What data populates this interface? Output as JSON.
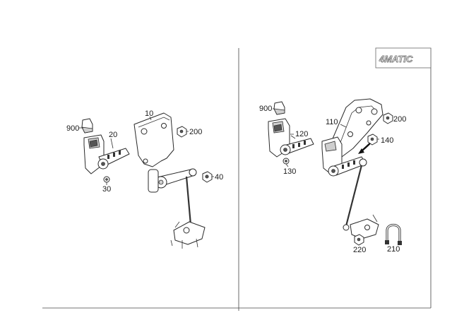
{
  "badge": {
    "text": "4MATIC"
  },
  "left_panel": {
    "labels": {
      "p900": "900",
      "p20": "20",
      "p30": "30",
      "p10": "10",
      "p200": "200",
      "p40": "40"
    }
  },
  "right_panel": {
    "labels": {
      "p900": "900",
      "p120": "120",
      "p130": "130",
      "p110": "110",
      "p200": "200",
      "p140": "140",
      "p220": "220",
      "p210": "210"
    }
  }
}
